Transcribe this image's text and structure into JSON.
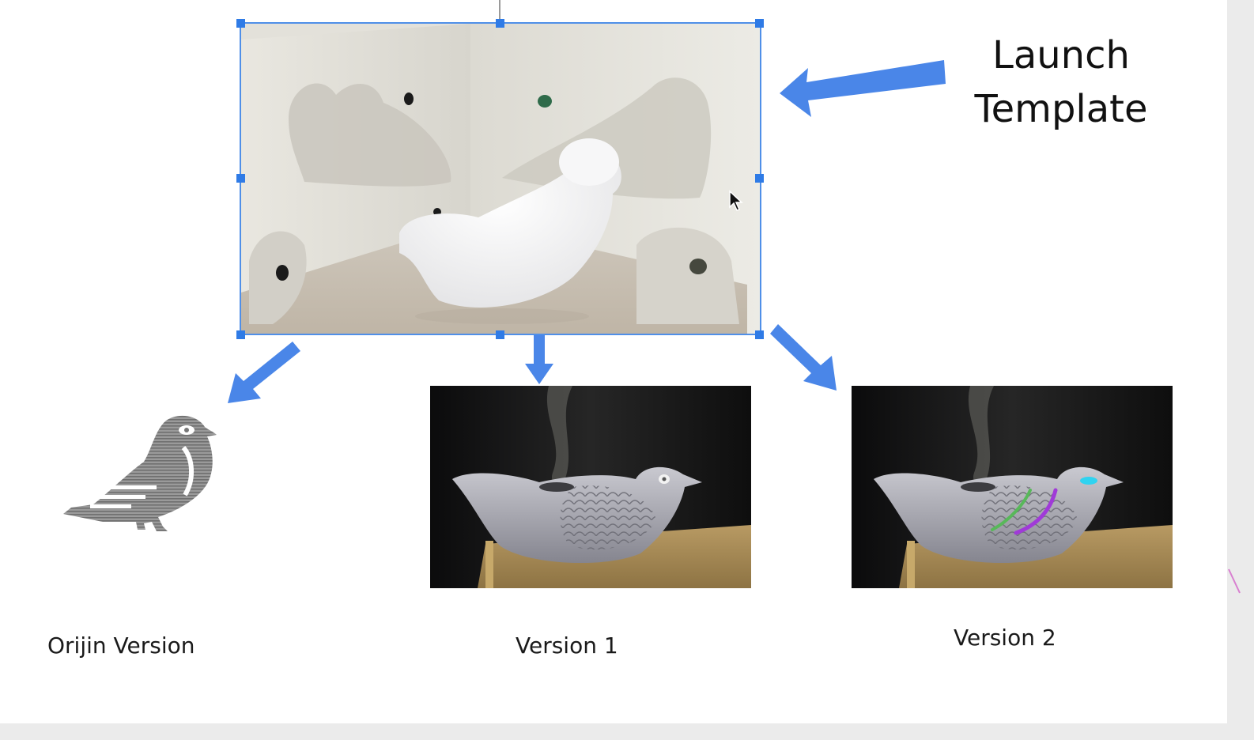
{
  "title": {
    "line1": "Launch",
    "line2": "Template"
  },
  "captions": {
    "origin": "Orijin Version",
    "v1": "Version 1",
    "v2": "Version 2"
  },
  "colors": {
    "arrow": "#4a86e8",
    "selection": "#2f7be6",
    "annotation_cyan": "#2fd3f0",
    "annotation_purple": "#a03ad8",
    "annotation_green": "#58b85a"
  },
  "icons": {
    "cursor": "mouse-pointer-icon",
    "logo": "pigeon-logo-icon"
  }
}
